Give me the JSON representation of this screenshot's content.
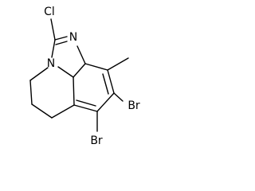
{
  "molecule": {
    "atoms": {
      "cl": "Cl",
      "n_top": "N",
      "n_ring": "N",
      "br_right": "Br",
      "br_bottom": "Br"
    }
  }
}
